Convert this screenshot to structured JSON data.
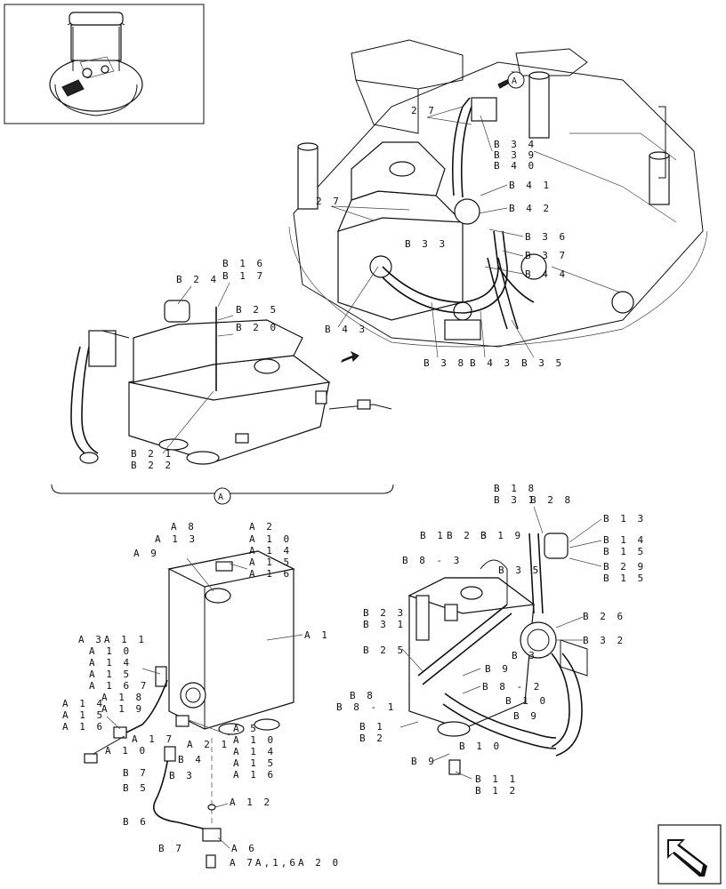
{
  "callouts": {
    "view_marker": "A",
    "top_view": [
      "2 7",
      "2 7",
      "B 3 4",
      "B 3 9",
      "B 4 0",
      "B 4 1",
      "B 4 2",
      "B 3 3",
      "B 3 6",
      "B 3 7",
      "B 4 4",
      "B 4 3",
      "B 3 8",
      "B 4 3",
      "B 3 5"
    ],
    "middle_view": [
      "B 2 4",
      "B 1 6",
      "B 1 7",
      "B 2 5",
      "B 2 0",
      "B 2 1",
      "B 2 2"
    ],
    "left_view": [
      "A 8",
      "A 1 3",
      "A 9",
      "A 2",
      "A 1 0",
      "A 1 4",
      "A 1 5",
      "A 1 6",
      "A 1",
      "A 3A 1 1",
      "A 1 0",
      "A 1 4",
      "A 1 5",
      "A 1 6 7",
      "A 1 8",
      "A 1 9",
      "A 1 4",
      "A 1 5",
      "A 1 6",
      "A 1 7",
      "A 1 0",
      "A 5",
      "A 1 0",
      "A 1 4",
      "A 1 5",
      "A 1 6",
      "B 4",
      "B 3",
      "B 7",
      "B 5",
      "B 6",
      "A 1 2",
      "B 7",
      "A 6",
      "A 7A,1,6A 2 0",
      "A 2 1"
    ],
    "right_view": [
      "B 1 8",
      "B 3 1",
      "B 2 8",
      "B 1 3",
      "B 1 4",
      "B 1 5",
      "B 2 9",
      "B 1 5",
      "B 1",
      "B 2 3",
      "B 1 9",
      "B 8 - 3",
      "B 3 5",
      "B 2 3",
      "B 3 1",
      "B 2 6",
      "B 3 2",
      "B 2 5",
      "B 3",
      "B 9",
      "B 8 - 2",
      "B 8",
      "B 8 - 1",
      "B 1 0",
      "B 9",
      "B 1",
      "B 2",
      "B 1 0",
      "B 9",
      "B 1 1",
      "B 1 2"
    ]
  }
}
